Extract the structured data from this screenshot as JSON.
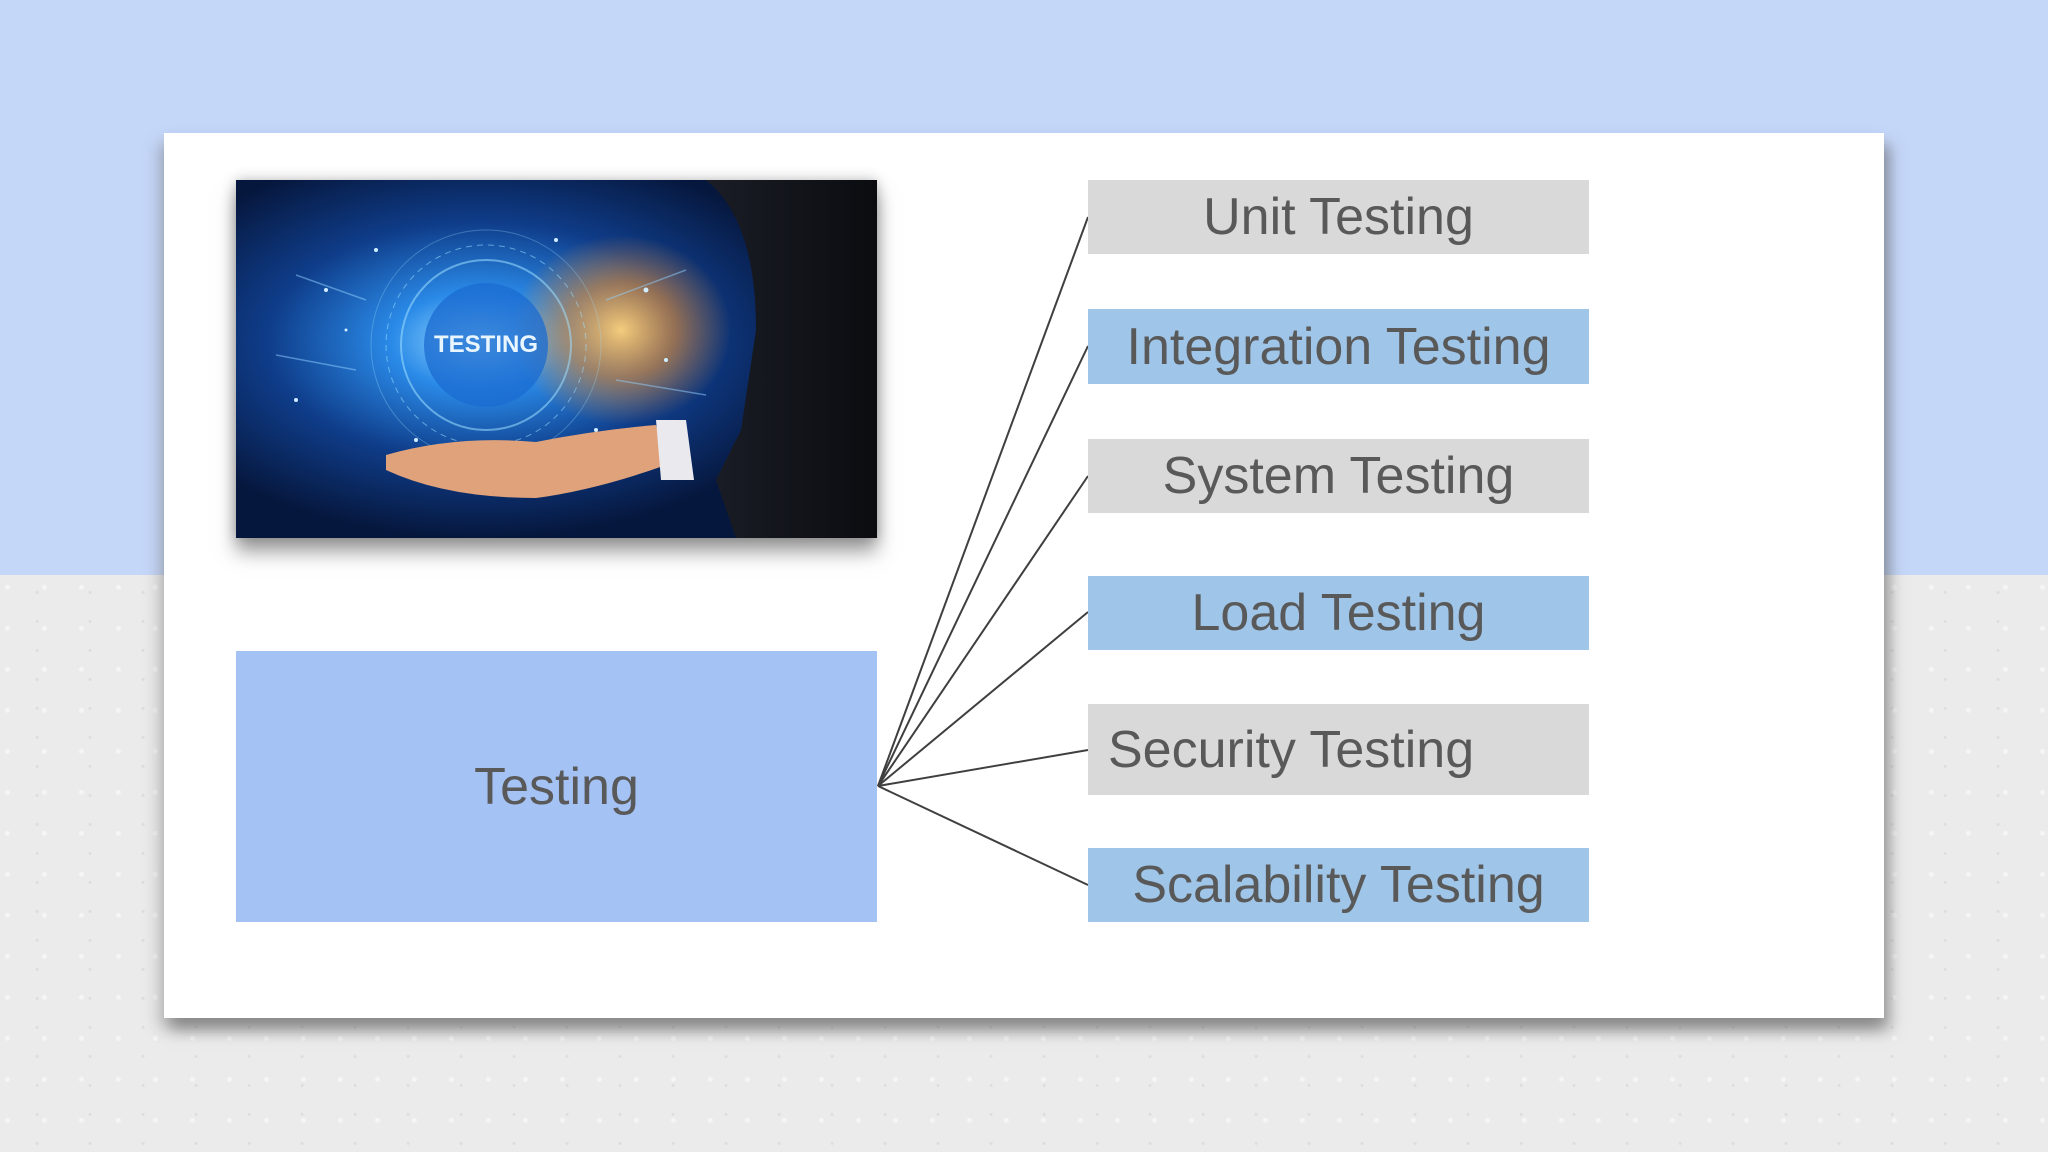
{
  "diagram": {
    "hub_label": "Testing",
    "photo_caption": "TESTING",
    "branches": [
      {
        "label": "Unit Testing",
        "fill": "gray"
      },
      {
        "label": "Integration Testing",
        "fill": "blue"
      },
      {
        "label": "System Testing",
        "fill": "gray"
      },
      {
        "label": "Load Testing",
        "fill": "blue"
      },
      {
        "label": "Security Testing",
        "fill": "gray"
      },
      {
        "label": "Scalability Testing",
        "fill": "blue"
      }
    ]
  },
  "colors": {
    "background_top": "#c5d7f9",
    "background_bottom": "#ebebeb",
    "hub_fill": "#a4c2f4",
    "branch_gray": "#d9d9d9",
    "branch_blue": "#9fc5e8",
    "text": "#595959"
  }
}
